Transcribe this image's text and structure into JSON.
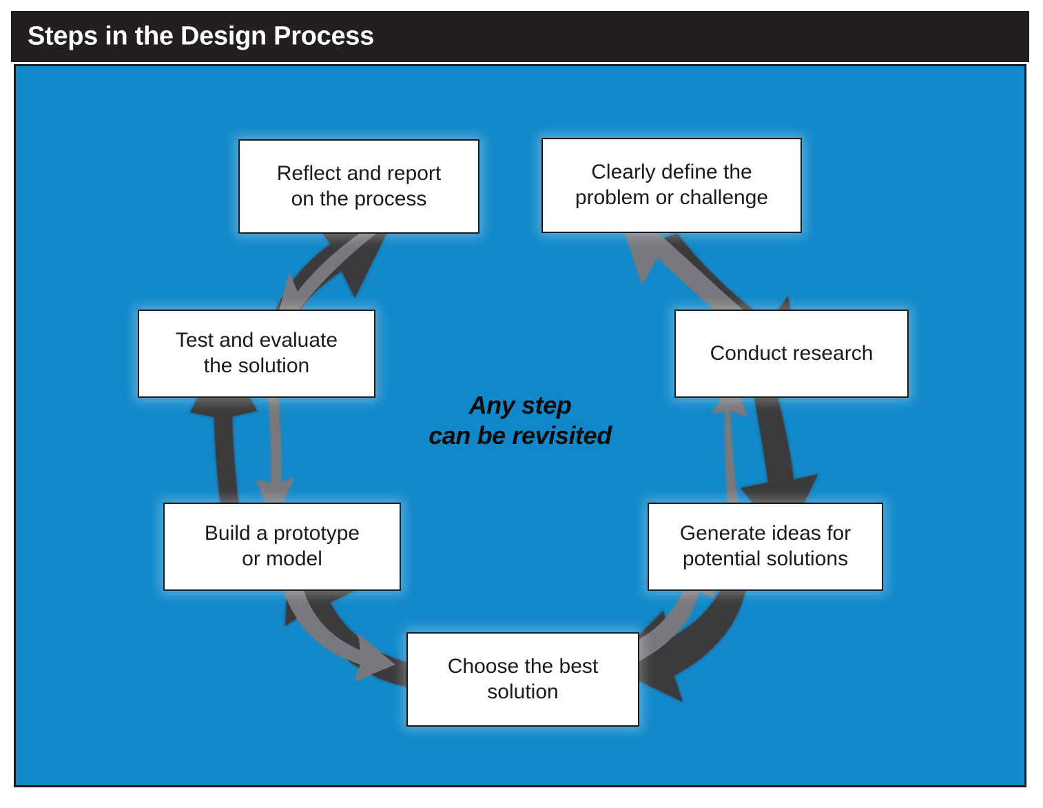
{
  "header": {
    "title": "Steps in the Design Process"
  },
  "stage": {
    "background_color": "#1289ca",
    "border_color": "#1b1b1f"
  },
  "center_note": "Any step\ncan be revisited",
  "colors": {
    "panel_blue": "#1289ca",
    "header_dark": "#231f20",
    "forward_arrow": "#3a3a3c",
    "reverse_arrow": "#77797c",
    "box_fill": "#ffffff",
    "box_border": "#1b1b1f",
    "text": "#1a1a1a"
  },
  "nodes": [
    {
      "id": "reflect",
      "label": "Reflect and report\non the process"
    },
    {
      "id": "define",
      "label": "Clearly define the\nproblem or challenge"
    },
    {
      "id": "research",
      "label": "Conduct research"
    },
    {
      "id": "generate",
      "label": "Generate ideas for\npotential solutions"
    },
    {
      "id": "choose",
      "label": "Choose the best\nsolution"
    },
    {
      "id": "build",
      "label": "Build a prototype\nor model"
    },
    {
      "id": "test",
      "label": "Test and evaluate\nthe solution"
    }
  ],
  "arrows": [
    {
      "id": "define-to-research",
      "direction": "forward",
      "from": "define",
      "to": "research",
      "color": "#3a3a3c"
    },
    {
      "id": "research-to-define",
      "direction": "reverse",
      "from": "research",
      "to": "define",
      "color": "#77797c"
    },
    {
      "id": "research-to-generate",
      "direction": "forward",
      "from": "research",
      "to": "generate",
      "color": "#3a3a3c"
    },
    {
      "id": "generate-to-research",
      "direction": "reverse",
      "from": "generate",
      "to": "research",
      "color": "#77797c"
    },
    {
      "id": "generate-to-choose",
      "direction": "forward",
      "from": "generate",
      "to": "choose",
      "color": "#3a3a3c"
    },
    {
      "id": "choose-to-generate",
      "direction": "reverse",
      "from": "choose",
      "to": "generate",
      "color": "#77797c"
    },
    {
      "id": "choose-to-build",
      "direction": "forward",
      "from": "choose",
      "to": "build",
      "color": "#3a3a3c"
    },
    {
      "id": "build-to-choose",
      "direction": "reverse",
      "from": "build",
      "to": "choose",
      "color": "#77797c"
    },
    {
      "id": "build-to-test",
      "direction": "forward",
      "from": "build",
      "to": "test",
      "color": "#3a3a3c"
    },
    {
      "id": "test-to-build",
      "direction": "reverse",
      "from": "test",
      "to": "build",
      "color": "#77797c"
    },
    {
      "id": "test-to-reflect",
      "direction": "forward",
      "from": "test",
      "to": "reflect",
      "color": "#3a3a3c"
    },
    {
      "id": "reflect-to-test",
      "direction": "reverse",
      "from": "reflect",
      "to": "test",
      "color": "#77797c"
    }
  ]
}
